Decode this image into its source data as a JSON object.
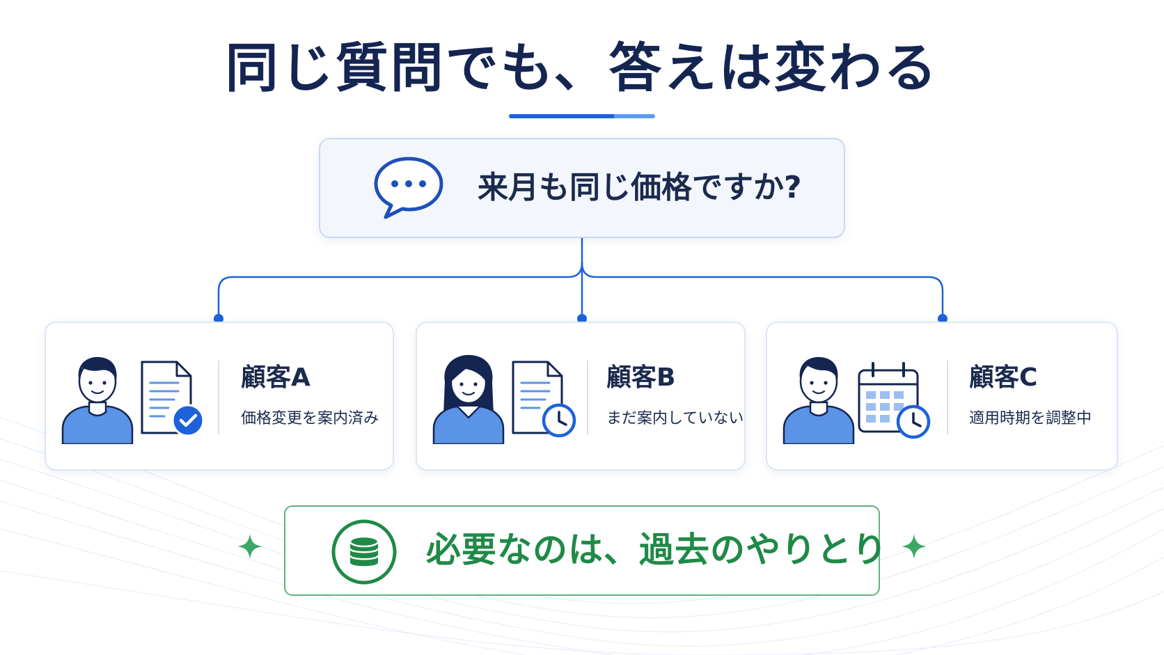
{
  "title": "同じ質問でも、答えは変わる",
  "question": {
    "text": "来月も同じ価格ですか?",
    "icon": "chat-bubble-icon"
  },
  "customers": [
    {
      "name": "顧客A",
      "status": "価格変更を案内済み",
      "icon": "document-check-icon"
    },
    {
      "name": "顧客B",
      "status": "まだ案内していない",
      "icon": "document-clock-icon"
    },
    {
      "name": "顧客C",
      "status": "適用時期を調整中",
      "icon": "calendar-clock-icon"
    }
  ],
  "conclusion": {
    "text": "必要なのは、過去のやりとり",
    "icon": "database-icon"
  },
  "colors": {
    "title": "#142552",
    "accent_blue": "#1d62d9",
    "accent_green": "#1f8a47",
    "card_border": "#dde6f3",
    "person_shirt": "#5b93e6",
    "hair": "#142552"
  }
}
